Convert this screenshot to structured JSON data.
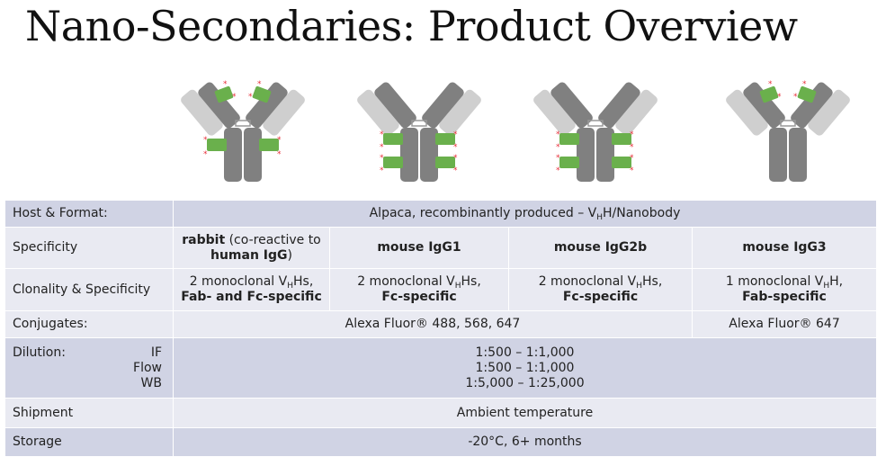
{
  "title": "Nano-Secondaries: Product Overview",
  "antibodies": [
    "rabbit",
    "mouse IgG1",
    "mouse IgG2b",
    "mouse IgG3"
  ],
  "table": {
    "host": {
      "label": "Host & Format:",
      "value_pre": "Alpaca, recombinantly produced – V",
      "value_sub": "H",
      "value_post": "H/Nanobody"
    },
    "specificity": {
      "label": "Specificity",
      "c1_bold": "rabbit",
      "c1_rest": " (co-reactive to ",
      "c1_bold2": "human IgG",
      "c1_end": ")",
      "c2": "mouse IgG1",
      "c3": "mouse IgG2b",
      "c4": "mouse IgG3"
    },
    "clonality": {
      "label": "Clonality & Specificity",
      "c1a": "2 monoclonal V",
      "c1s": "H",
      "c1b": "Hs,",
      "c1bold": "Fab- and Fc-specific",
      "c2a": "2 monoclonal V",
      "c2s": "H",
      "c2b": "Hs,",
      "c2bold": "Fc-specific",
      "c3a": "2 monoclonal V",
      "c3s": "H",
      "c3b": "Hs,",
      "c3bold": "Fc-specific",
      "c4a": "1 monoclonal V",
      "c4s": "H",
      "c4b": "H,",
      "c4bold": "Fab-specific"
    },
    "conjugates": {
      "label": "Conjugates:",
      "a": "Alexa Fluor® 488, 568, 647",
      "b": "Alexa Fluor® 647"
    },
    "dilution": {
      "label": "Dilution:",
      "methods": [
        "IF",
        "Flow",
        "WB"
      ],
      "values": [
        "1:500 – 1:1,000",
        "1:500 – 1:1,000",
        "1:5,000 – 1:25,000"
      ]
    },
    "shipment": {
      "label": "Shipment",
      "value": "Ambient temperature"
    },
    "storage": {
      "label": "Storage",
      "value": "-20°C, 6+ months"
    }
  },
  "colors": {
    "heavy": "#808080",
    "light": "#cfcfcf",
    "nanobody": "#6ab04c",
    "dye": "#e8303a",
    "row_dark": "#d0d3e4",
    "row_light": "#e9eaf2"
  }
}
